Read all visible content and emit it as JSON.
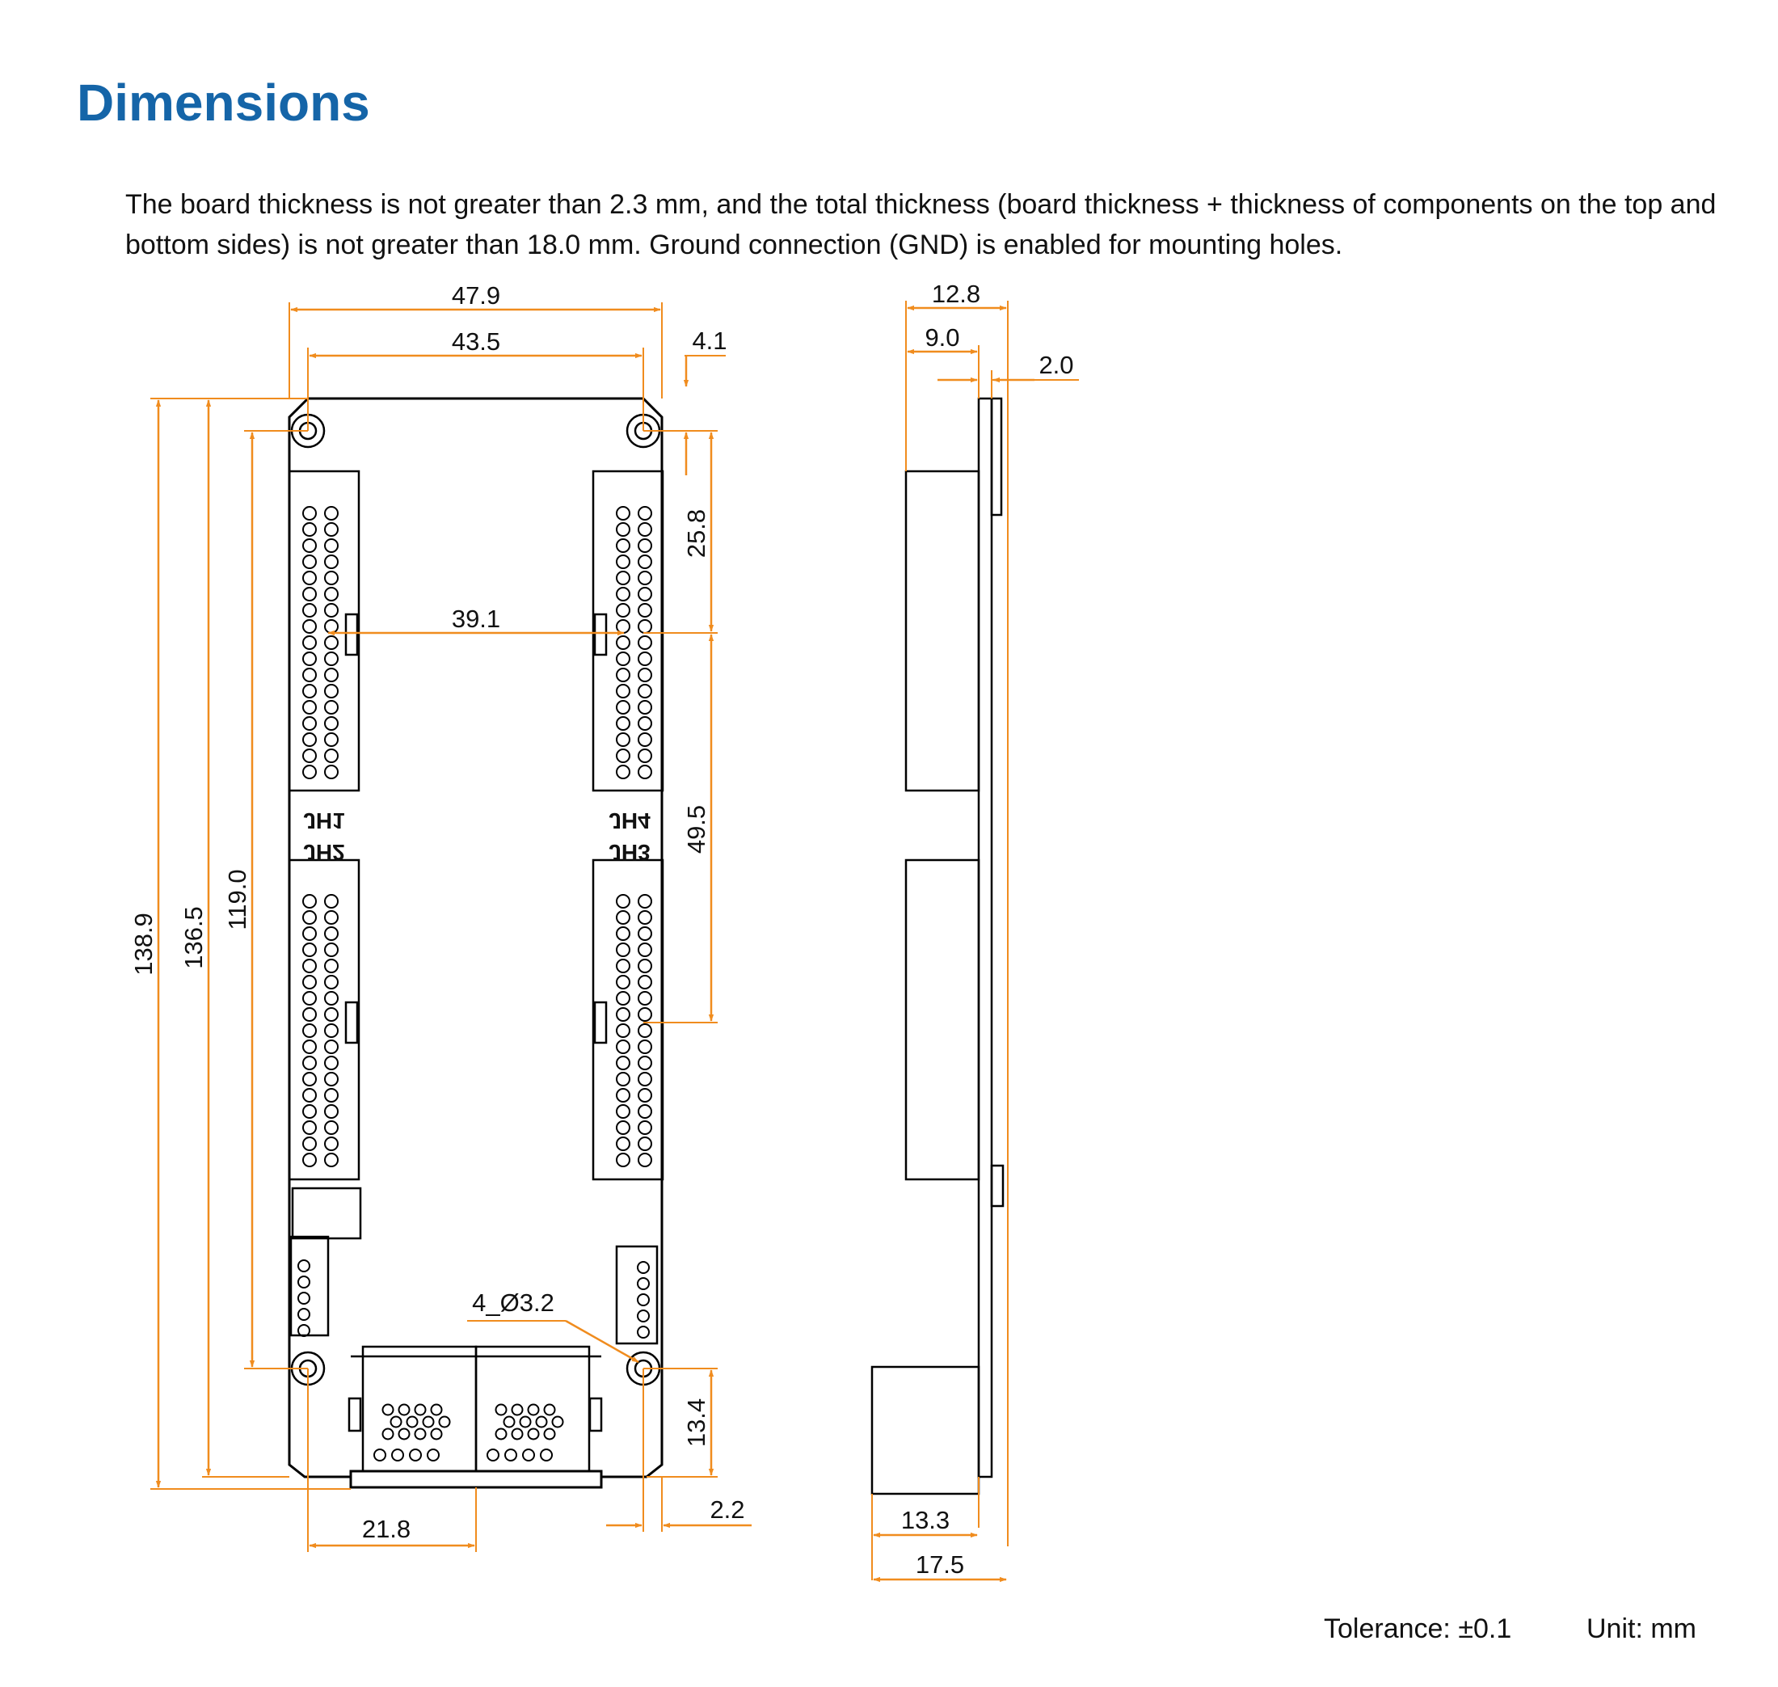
{
  "heading": "Dimensions",
  "description": "The board thickness is not greater than 2.3 mm, and the total thickness (board thickness + thickness of components on the top and bottom sides) is not greater than 18.0 mm. Ground connection (GND) is enabled for mounting holes.",
  "colors": {
    "heading": "#1565a8",
    "dimension_line": "#f08c1e",
    "outline": "#000000"
  },
  "top_view": {
    "dimensions": {
      "overall_width": "47.9",
      "hole_spacing_x": "43.5",
      "top_hole_offset": "4.1",
      "header_spacing": "39.1",
      "hole_to_header": "25.8",
      "header_span": "49.5",
      "overall_length": "138.9",
      "board_length": "136.5",
      "hole_spacing_y": "119.0",
      "bottom_hole_offset": "13.4",
      "connector_offset": "21.8",
      "edge_offset": "2.2",
      "mounting_holes": "4_Ø3.2"
    },
    "connector_labels": {
      "jh1": "JH1",
      "jh2": "JH2",
      "jh3": "JH3",
      "jh4": "JH4"
    }
  },
  "side_view": {
    "dimensions": {
      "top_height": "12.8",
      "top_component": "9.0",
      "board_thickness": "2.0",
      "bottom_component": "13.3",
      "total_height": "17.5"
    }
  },
  "footer": {
    "tolerance": "Tolerance:  ±0.1",
    "unit": "Unit:  mm"
  }
}
